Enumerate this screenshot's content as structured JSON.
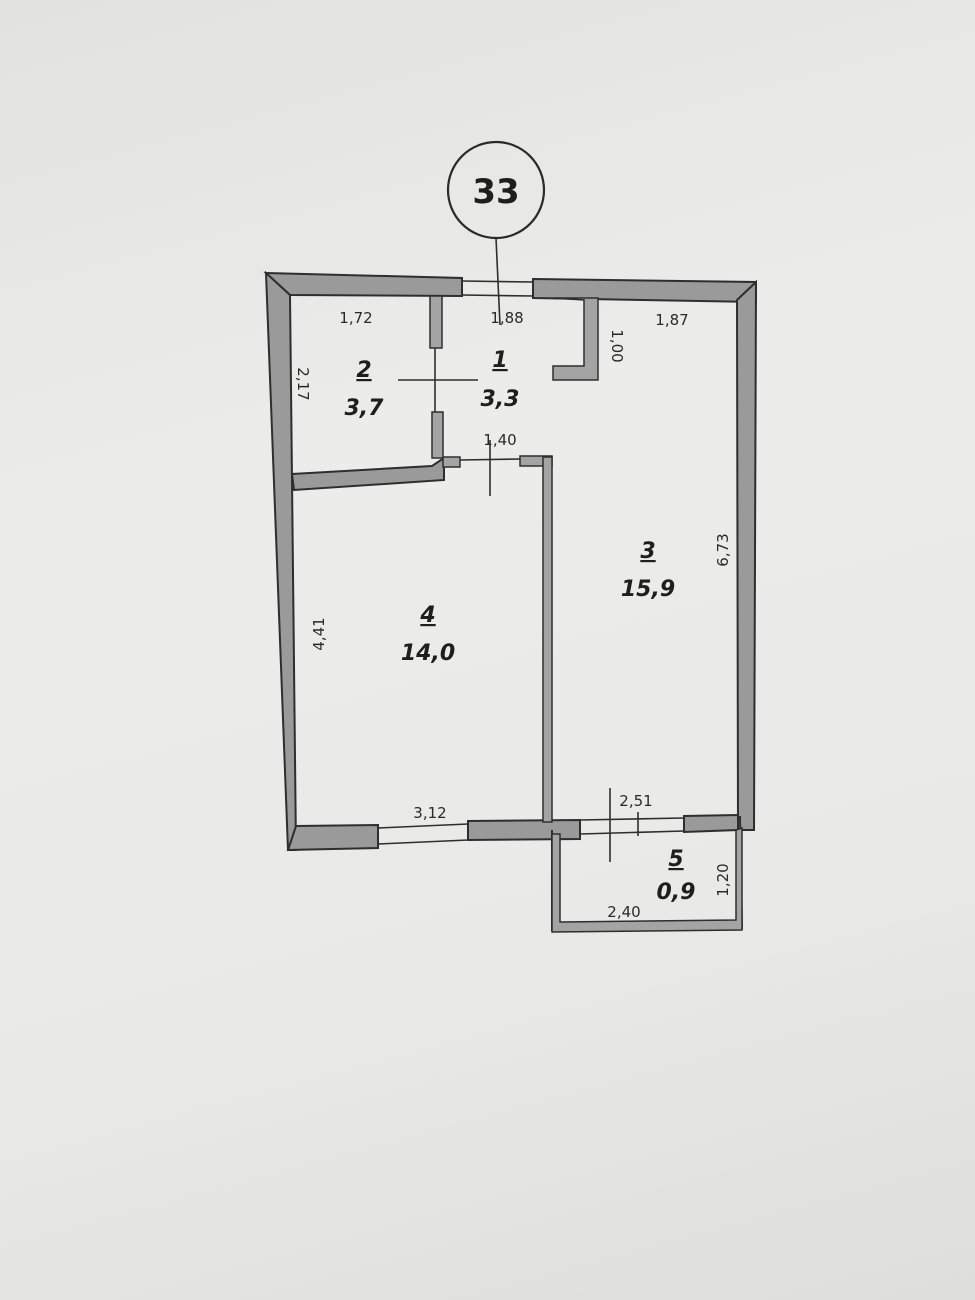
{
  "apartment_number": "33",
  "rooms": [
    {
      "id": "room-1",
      "number": "1",
      "area": "3,3"
    },
    {
      "id": "room-2",
      "number": "2",
      "area": "3,7"
    },
    {
      "id": "room-3",
      "number": "3",
      "area": "15,9"
    },
    {
      "id": "room-4",
      "number": "4",
      "area": "14,0"
    },
    {
      "id": "room-5",
      "number": "5",
      "area": "0,9"
    }
  ],
  "dimensions": {
    "room2_width": "1,72",
    "room2_height": "2,17",
    "room1_width": "1,88",
    "room1_door": "1,40",
    "room3_nook": "1,00",
    "room3_width": "1,87",
    "room3_height": "6,73",
    "room3_bottom": "2,51",
    "room4_height": "4,41",
    "room4_width": "3,12",
    "room5_width": "2,40",
    "room5_height": "1,20"
  }
}
